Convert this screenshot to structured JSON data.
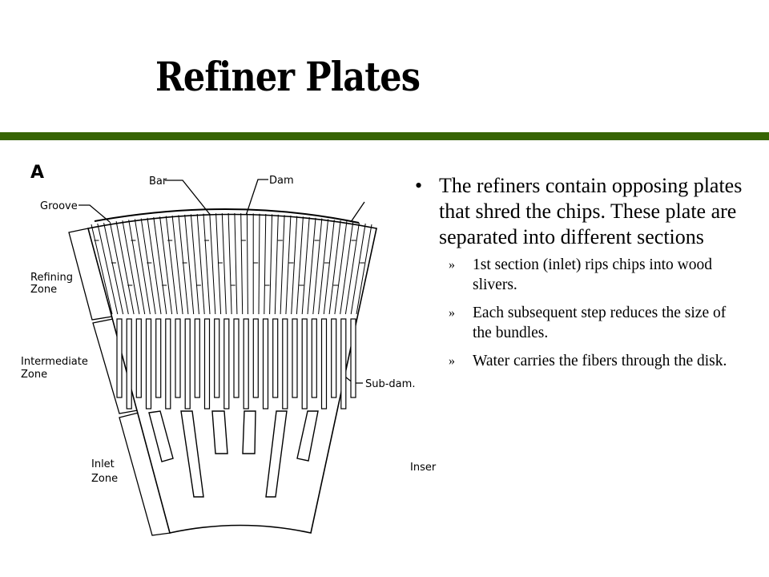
{
  "slide": {
    "title": "Refiner Plates",
    "accent_color": "#376404"
  },
  "figure": {
    "panel_label": "A",
    "labels": {
      "groove": "Groove",
      "bar": "Bar",
      "dam": "Dam",
      "refining_zone_1": "Refining",
      "refining_zone_2": "Zone",
      "intermediate_zone_1": "Intermediate",
      "intermediate_zone_2": "Zone",
      "inlet_zone_1": "Inlet",
      "inlet_zone_2": "Zone",
      "sub_dam": "Sub-dam.",
      "insert": "Inser"
    }
  },
  "content": {
    "bullet": {
      "marker": "•",
      "text": "The refiners contain opposing plates that shred the chips. These plate are separated into different sections"
    },
    "sub_marker": "»",
    "sub_bullets": [
      "1st section (inlet) rips chips into wood slivers.",
      "Each subsequent step reduces the size of the bundles.",
      "Water carries the fibers through the disk."
    ]
  }
}
